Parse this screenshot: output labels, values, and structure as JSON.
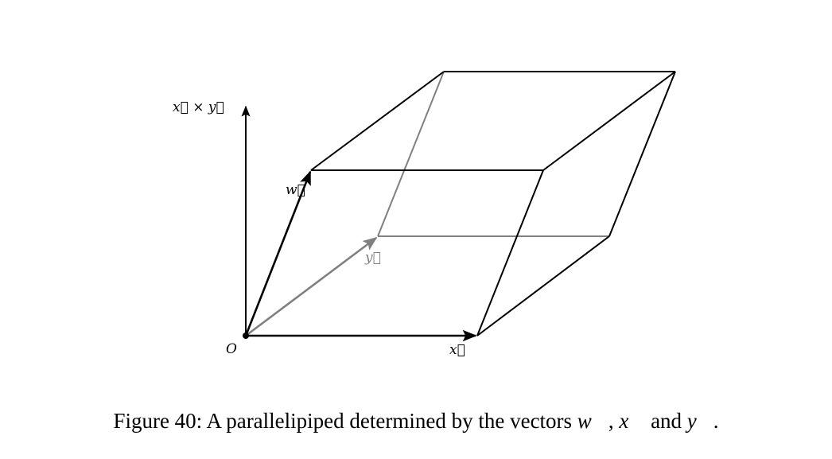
{
  "figure": {
    "labels": {
      "origin": "O",
      "vec_x": "x⃗",
      "vec_y": "y⃗",
      "vec_w": "w⃗",
      "cross": "x⃗ × y⃗"
    },
    "caption": {
      "prefix": "Figure 40:",
      "text": "A parallelipiped determined by the vectors",
      "v1": "w⃗",
      "sep1": ",",
      "v2": "x⃗",
      "and": "and",
      "v3": "y⃗",
      "end": "."
    }
  },
  "colors": {
    "edge": "#000000",
    "hidden_edge": "#808080"
  }
}
